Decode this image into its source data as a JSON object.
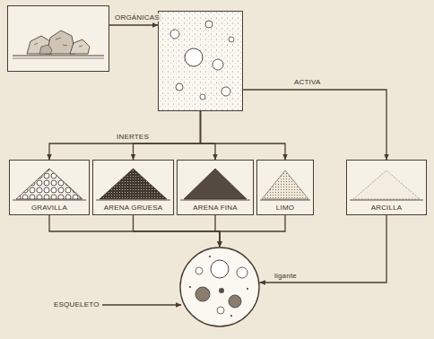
{
  "diagram": {
    "nodes": [
      {
        "text": []
      },
      {
        "text": []
      },
      {
        "text": [
          "GRAVILLA"
        ]
      },
      {
        "text": [
          "ARENA GRUESA"
        ]
      },
      {
        "text": [
          "ARENA FINA"
        ]
      },
      {
        "text": [
          "LIMO"
        ]
      },
      {
        "text": [
          "ARCILLA"
        ]
      },
      {
        "text": []
      }
    ],
    "edges": [
      {
        "from": 0,
        "to": 1,
        "arrow": "to",
        "label": "ORGÁNICAS"
      },
      {
        "from": 1,
        "to": 2,
        "arrow": "to",
        "label": "INERTES"
      },
      {
        "from": 1,
        "to": 3,
        "arrow": "to"
      },
      {
        "from": 1,
        "to": 4,
        "arrow": "to"
      },
      {
        "from": 1,
        "to": 5,
        "arrow": "to"
      },
      {
        "from": 1,
        "to": 6,
        "arrow": "to",
        "label": "ACTIVA"
      },
      {
        "from": 2,
        "to": 7,
        "arrow": "to"
      },
      {
        "from": 3,
        "to": 7,
        "arrow": "to"
      },
      {
        "from": 4,
        "to": 7,
        "arrow": "to"
      },
      {
        "from": 5,
        "to": 7,
        "arrow": "to"
      },
      {
        "from": 6,
        "to": 7,
        "arrow": "to",
        "label": "ligante"
      }
    ],
    "labels": [
      "ESQUELETO"
    ]
  }
}
